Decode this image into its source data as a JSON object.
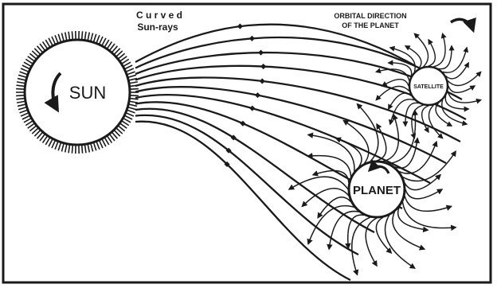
{
  "labels": {
    "title_line1": "C u r v e d",
    "title_line2": "Sun-rays",
    "orbital_line1": "ORBITAL DIRECTION",
    "orbital_line2": "OF THE PLANET",
    "sun": "SUN",
    "satellite": "SATELLITE",
    "planet": "PLANET"
  },
  "icons": {
    "sun_rotation": "curved-arrow-down-icon",
    "planet_rotation": "curved-arrow-left-icon",
    "orbit_direction": "curved-arrow-icon"
  },
  "colors": {
    "stroke": "#1a1a1a",
    "background": "#ffffff"
  }
}
